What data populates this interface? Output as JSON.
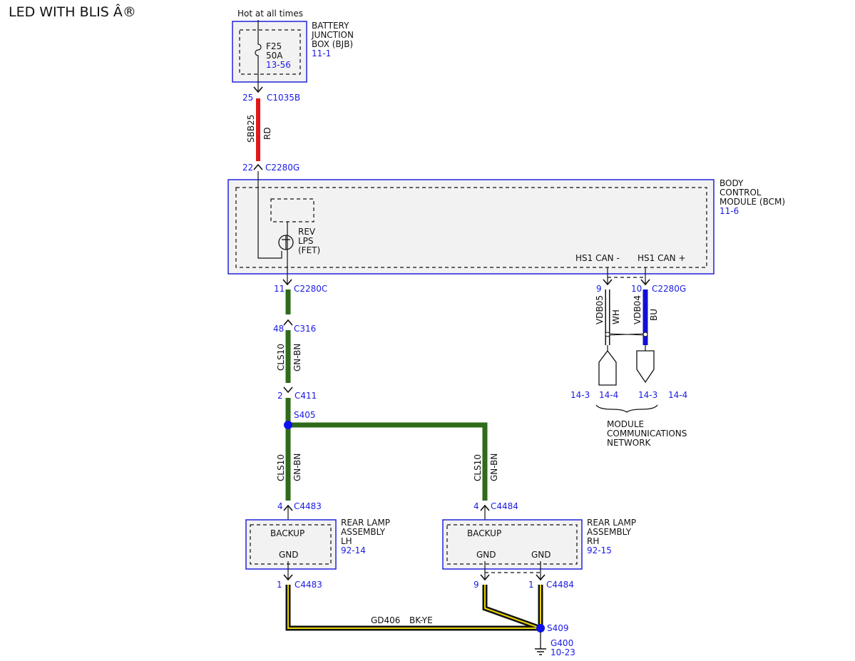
{
  "title": "LED WITH BLIS Â®",
  "colors": {
    "box_border": "#2222dd",
    "ref_text": "#1a1ae6",
    "wire_red": "#e01818",
    "wire_green": "#2f6b1a",
    "wire_blue": "#1010d8",
    "wire_white": "#ffffff",
    "wire_black": "#111111",
    "wire_yellow": "#e8d400",
    "splice_dot": "#1010ee"
  },
  "power": {
    "label": "Hot at all times"
  },
  "bjb": {
    "name_lines": [
      "BATTERY",
      "JUNCTION",
      "BOX (BJB)"
    ],
    "ref": "11-1",
    "fuse_id": "F25",
    "fuse_rating": "50A",
    "fuse_ref": "13-56"
  },
  "connectors": {
    "c1035b": {
      "pin": "25",
      "name": "C1035B"
    },
    "c2280g_in": {
      "pin": "22",
      "name": "C2280G"
    },
    "c2280c": {
      "pin": "11",
      "name": "C2280C"
    },
    "c316": {
      "pin": "48",
      "name": "C316"
    },
    "c411": {
      "pin": "2",
      "name": "C411"
    },
    "c4483_top": {
      "pin": "4",
      "name": "C4483"
    },
    "c4484_top": {
      "pin": "4",
      "name": "C4484"
    },
    "c4483_bot": {
      "pin": "1",
      "name": "C4483"
    },
    "c4484_gnd_9": {
      "pin": "9"
    },
    "c4484_bot": {
      "pin": "1",
      "name": "C4484"
    },
    "c2280g_can_minus": {
      "pin": "9"
    },
    "c2280g_can_plus": {
      "pin": "10",
      "name": "C2280G"
    }
  },
  "wires": {
    "sbb25": {
      "circuit": "SBB25",
      "color": "RD"
    },
    "cls10_a": {
      "circuit": "CLS10",
      "color": "GN-BN"
    },
    "cls10_b": {
      "circuit": "CLS10",
      "color": "GN-BN"
    },
    "cls10_c": {
      "circuit": "CLS10",
      "color": "GN-BN"
    },
    "vdb05": {
      "circuit": "VDB05",
      "color": "WH"
    },
    "vdb04": {
      "circuit": "VDB04",
      "color": "BU"
    },
    "gd406": {
      "circuit": "GD406",
      "color": "BK-YE"
    }
  },
  "bcm": {
    "name_lines": [
      "BODY",
      "CONTROL",
      "MODULE (BCM)"
    ],
    "ref": "11-6",
    "rev_lines": [
      "REV",
      "LPS",
      "(FET)"
    ],
    "can_minus": "HS1 CAN -",
    "can_plus": "HS1 CAN +"
  },
  "network": {
    "refs": [
      "14-3",
      "14-4",
      "14-3",
      "14-4"
    ],
    "label_lines": [
      "MODULE",
      "COMMUNICATIONS",
      "NETWORK"
    ]
  },
  "splices": {
    "s405": "S405",
    "s409": "S409"
  },
  "ground": {
    "name": "G400",
    "ref": "10-23"
  },
  "rear_lh": {
    "name_lines": [
      "REAR LAMP",
      "ASSEMBLY",
      "LH"
    ],
    "ref": "92-14",
    "backup": "BACKUP",
    "gnd": "GND"
  },
  "rear_rh": {
    "name_lines": [
      "REAR LAMP",
      "ASSEMBLY",
      "RH"
    ],
    "ref": "92-15",
    "backup": "BACKUP",
    "gnd1": "GND",
    "gnd2": "GND"
  }
}
